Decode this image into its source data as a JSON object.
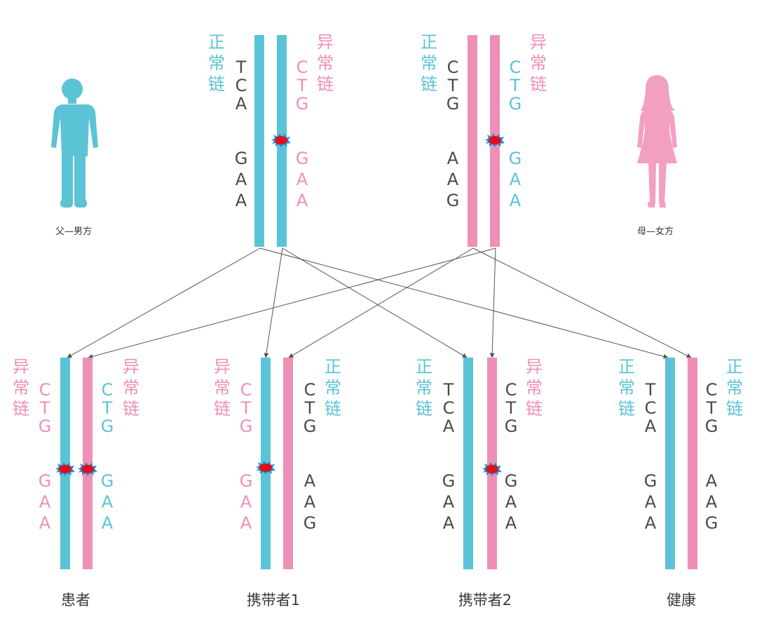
{
  "colors": {
    "paternal": "#5bc3d6",
    "maternal": "#ef8fb7",
    "text": "#4a4a4a",
    "mutation": "#e0101a",
    "arrow": "#555555"
  },
  "labels": {
    "normal": "正常链",
    "abnormal": "异常链"
  },
  "parents": [
    {
      "caption": "父—男方",
      "left_bases": [
        "T",
        "C",
        "A",
        "G",
        "A",
        "A"
      ],
      "right_bases": [
        "C",
        "T",
        "G",
        "G",
        "A",
        "A"
      ]
    },
    {
      "caption": "母—女方",
      "left_bases": [
        "C",
        "T",
        "G",
        "A",
        "A",
        "G"
      ],
      "right_bases": [
        "C",
        "T",
        "G",
        "G",
        "A",
        "A"
      ]
    }
  ],
  "children": [
    {
      "caption": "患者",
      "left_bases": [
        "C",
        "T",
        "G",
        "G",
        "A",
        "A"
      ],
      "right_bases": [
        "C",
        "T",
        "G",
        "G",
        "A",
        "A"
      ]
    },
    {
      "caption": "携带者1",
      "left_bases": [
        "C",
        "T",
        "G",
        "G",
        "A",
        "A"
      ],
      "right_bases": [
        "C",
        "T",
        "G",
        "A",
        "A",
        "G"
      ]
    },
    {
      "caption": "携带者2",
      "left_bases": [
        "T",
        "C",
        "A",
        "G",
        "A",
        "A"
      ],
      "right_bases": [
        "C",
        "T",
        "G",
        "G",
        "A",
        "A"
      ]
    },
    {
      "caption": "健康",
      "left_bases": [
        "T",
        "C",
        "A",
        "G",
        "A",
        "A"
      ],
      "right_bases": [
        "C",
        "T",
        "G",
        "A",
        "A",
        "G"
      ]
    }
  ]
}
